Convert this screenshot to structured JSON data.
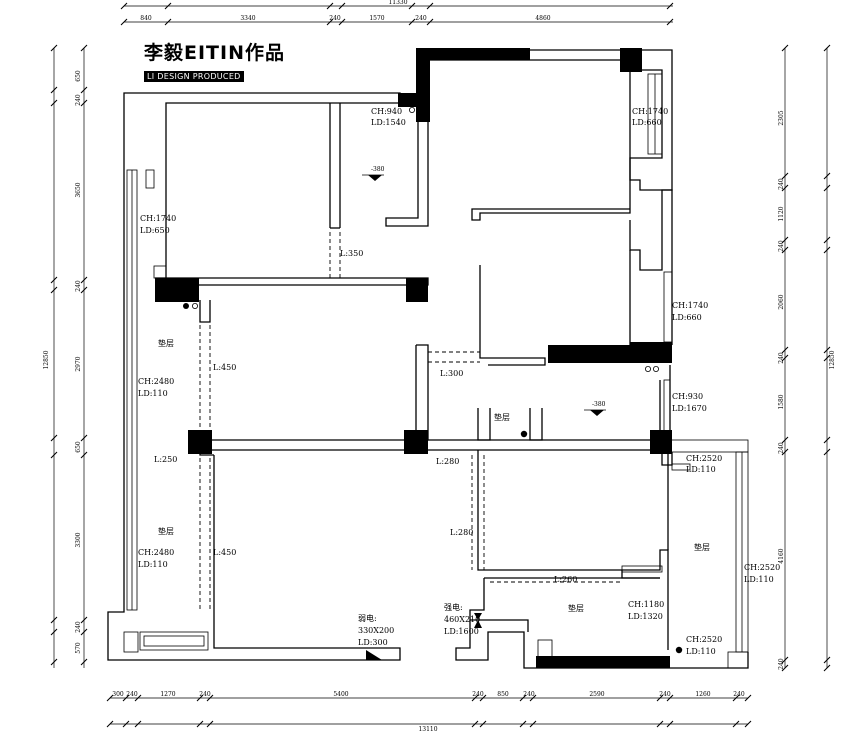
{
  "brand": {
    "title": "李毅EITIN作品",
    "subtitle": "LI DESIGN PRODUCED"
  },
  "dims_top": {
    "total": "11330",
    "segments": [
      "840",
      "3340",
      "240",
      "1570",
      "240",
      "4860"
    ]
  },
  "dims_bottom": {
    "total": "13110",
    "segments": [
      "300",
      "240",
      "1270",
      "240",
      "5400",
      "240",
      "850",
      "240",
      "2590",
      "240",
      "1260",
      "240"
    ]
  },
  "dims_left": {
    "total": "12850",
    "segments": [
      "650",
      "240",
      "3650",
      "240",
      "2970",
      "650",
      "3300",
      "240",
      "570"
    ]
  },
  "dims_right": {
    "total": "12850",
    "segments": [
      "2305",
      "240",
      "1120",
      "240",
      "2060",
      "240",
      "1580",
      "240",
      "4160",
      "240"
    ]
  },
  "annotations": [
    "CH:940",
    "LD:1540",
    "CH:1740",
    "LD:660",
    "CH:1740",
    "LD:650",
    "L:350",
    "CH:1740",
    "LD:660",
    "CH:2480",
    "LD:110",
    "L:450",
    "L:300",
    "CH:930",
    "LD:1670",
    "L:250",
    "L:280",
    "CH:2520",
    "LD:110",
    "L:280",
    "CH:2480",
    "LD:110",
    "L:450",
    "CH:2520",
    "LD:110",
    "L:260",
    "CH:1180",
    "LD:1320",
    "CH:2520",
    "LD:110",
    "弱电:",
    "330X200",
    "LD:300",
    "强电:",
    "460X210",
    "LD:1600",
    "垫层",
    "垫层",
    "垫层",
    "垫层",
    "垫层"
  ],
  "levels": [
    "-380",
    "-380"
  ]
}
